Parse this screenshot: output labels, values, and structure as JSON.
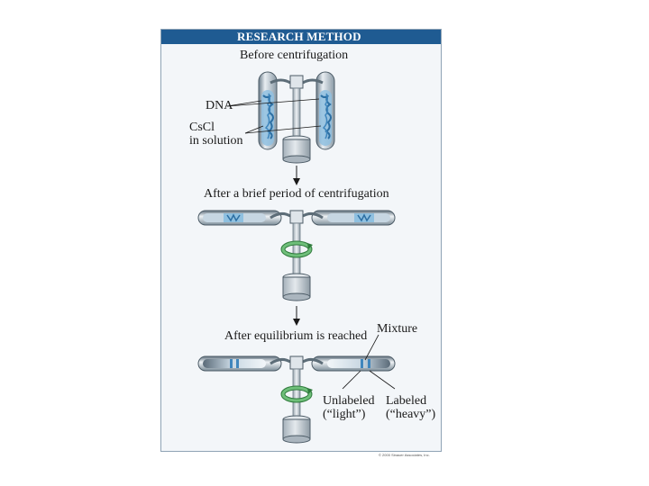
{
  "header": {
    "title": "RESEARCH METHOD"
  },
  "stages": {
    "before": "Before centrifugation",
    "brief": "After a brief period of centrifugation",
    "equilibrium": "After equilibrium is reached"
  },
  "labels": {
    "dna": "DNA",
    "cscl_line1": "CsCl",
    "cscl_line2": "in solution",
    "mixture": "Mixture",
    "unlabeled_line1": "Unlabeled",
    "unlabeled_line2": "(“light”)",
    "labeled_line1": "Labeled",
    "labeled_line2": "(“heavy”)"
  },
  "copyright": "© 2000 Sinauer Associates, Inc.",
  "colors": {
    "header_bg": "#1f5b92",
    "panel_bg": "#f3f6f9",
    "solution_blue": "#8fc0e0",
    "rotor_gray": "#c9d3da",
    "rotation_arrow": "#6fbf7a"
  },
  "icons": [
    "rotation-arrow-icon",
    "flow-arrow-icon"
  ]
}
